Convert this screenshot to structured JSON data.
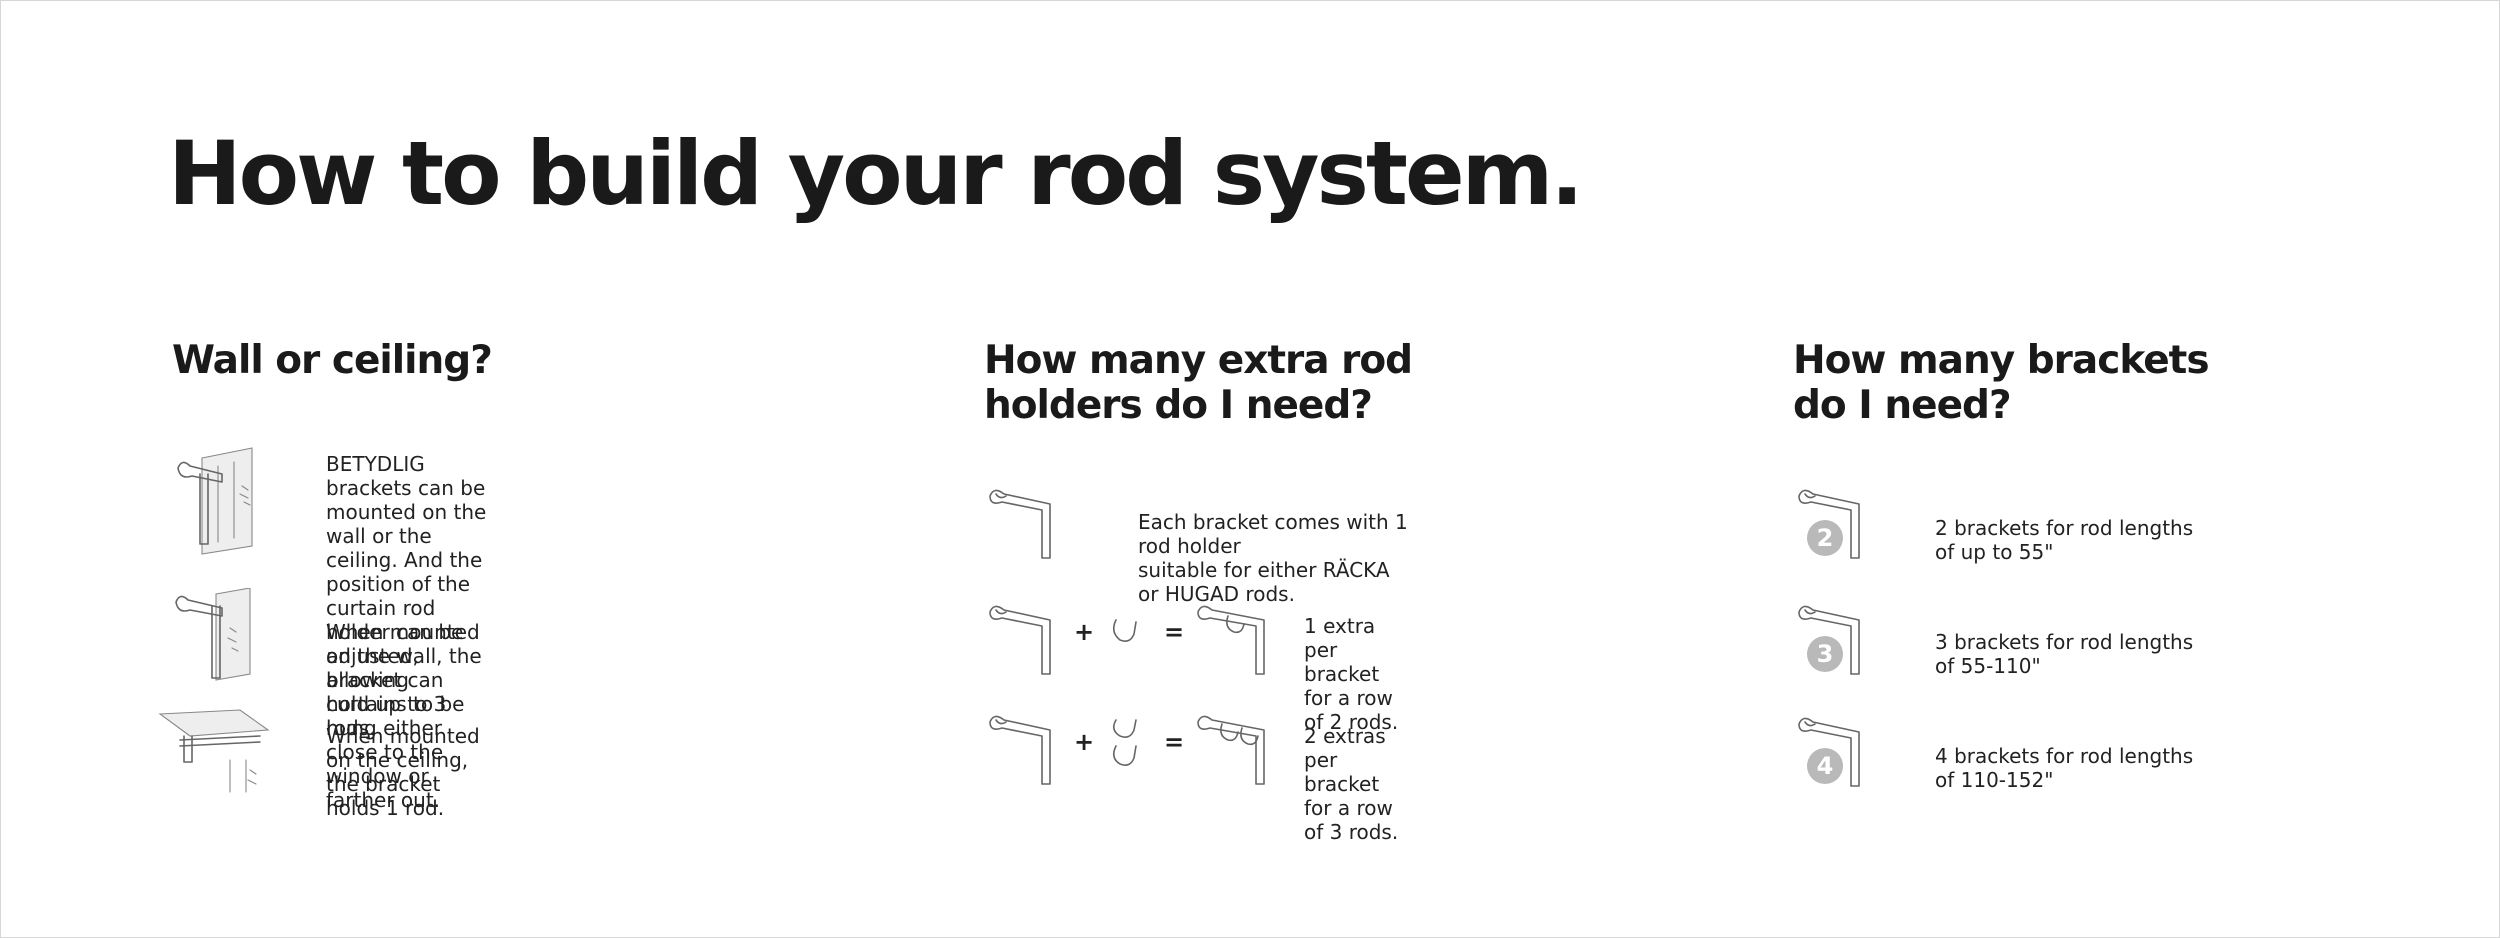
{
  "title": "How to build your rod system.",
  "sections": {
    "wall_or_ceiling": {
      "heading": "Wall or ceiling?",
      "rows": [
        {
          "text": "BETYDLIG brackets can be mounted on the\nwall or the ceiling. And the position of the\ncurtain rod holder can be adjusted, allowing\ncurtains to be hung either close to the\nwindow or farther out.",
          "icon": "wall-mounted-bracket-icon"
        },
        {
          "text": "When mounted on the wall, the bracket can\nhold up to 3 rods.",
          "icon": "wall-bracket-window-icon"
        },
        {
          "text": "When mounted on the ceiling,\nthe bracket holds 1 rod.",
          "icon": "ceiling-bracket-icon"
        }
      ]
    },
    "extra_rod_holders": {
      "heading": "How many extra rod\nholders do I need?",
      "rows": [
        {
          "text": "Each bracket comes with 1 rod holder\nsuitable for either RÄCKA or HUGAD rods.",
          "icon": "bracket-icon"
        },
        {
          "text": "1 extra per bracket\nfor a row of 2 rods.",
          "plus": "+",
          "equals": "=",
          "icon": "bracket-plus-one-holder-icon"
        },
        {
          "text": "2 extras per bracket\nfor a row of 3 rods.",
          "plus": "+",
          "equals": "=",
          "icon": "bracket-plus-two-holders-icon"
        }
      ]
    },
    "brackets_needed": {
      "heading": "How many brackets\ndo I need?",
      "rows": [
        {
          "badge": "2",
          "text": "2 brackets for rod lengths of up to 55\"",
          "icon": "bracket-icon"
        },
        {
          "badge": "3",
          "text": "3 brackets for rod lengths of 55-110\"",
          "icon": "bracket-icon"
        },
        {
          "badge": "4",
          "text": "4 brackets for rod lengths of 110-152\"",
          "icon": "bracket-icon"
        }
      ]
    }
  },
  "colors": {
    "text": "#1a1a1a",
    "badge": "#b9b9b9",
    "line_art": "#666666"
  }
}
